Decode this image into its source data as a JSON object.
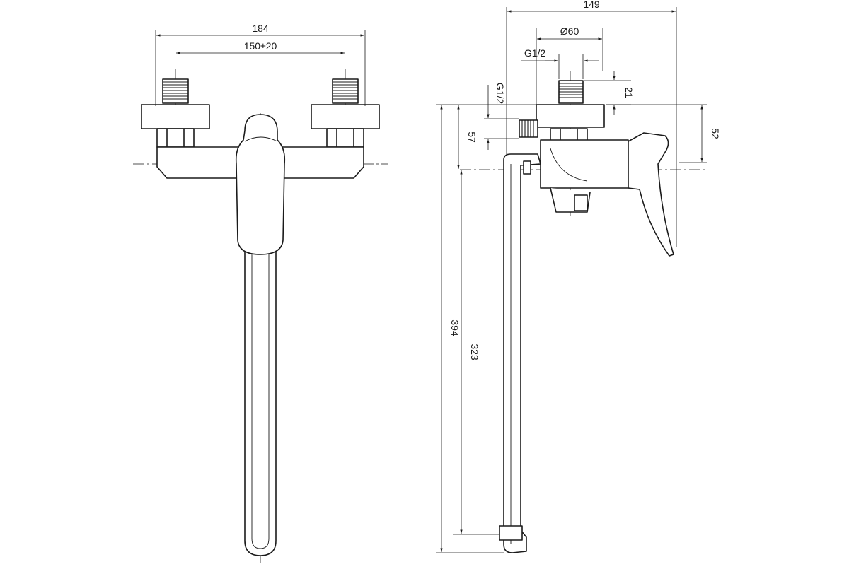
{
  "dimensions": {
    "front_width": "184",
    "front_spacing": "150±20",
    "side_width": "149",
    "side_diameter": "Ø60",
    "side_thread_top": "G1/2",
    "side_thread_left": "G1/2",
    "side_height_21": "21",
    "side_height_52": "52",
    "side_height_57": "57",
    "side_height_394": "394",
    "side_height_323": "323"
  },
  "colors": {
    "line": "#1a1a1a",
    "background": "#ffffff"
  }
}
